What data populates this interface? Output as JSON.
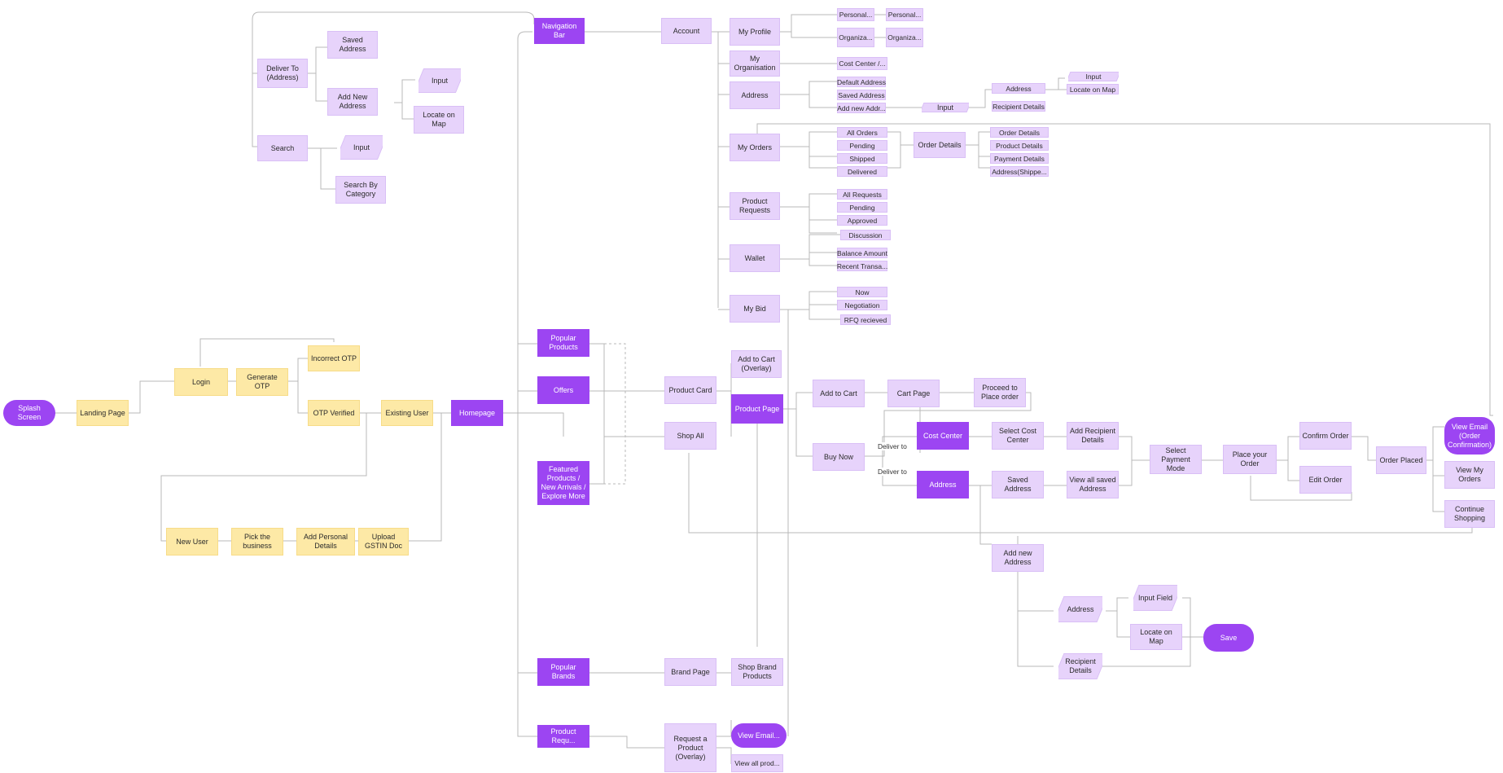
{
  "colors": {
    "yellow_node": "#fde9a6",
    "lavender_node": "#e7d3fb",
    "purple_node": "#9c45f2",
    "connector": "#b9b9b9"
  },
  "nodes": {
    "splash": "Splash Screen",
    "landing": "Landing Page",
    "login": "Login",
    "generate_otp": "Generate OTP",
    "incorrect_otp": "Incorrect OTP",
    "otp_verified": "OTP Verified",
    "existing_user": "Existing User",
    "homepage": "Homepage",
    "new_user": "New User",
    "pick_business": "Pick the business",
    "add_personal": "Add Personal Details",
    "upload_gstin": "Upload GSTIN Doc",
    "deliver_to": "Deliver To (Address)",
    "saved_address_top": "Saved Address",
    "add_new_address_top": "Add New Address",
    "input_top": "Input",
    "locate_top": "Locate on Map",
    "search": "Search",
    "search_input": "Input",
    "search_category": "Search By Category",
    "navigation_bar": "Navigation Bar",
    "account": "Account",
    "my_profile": "My Profile",
    "personal_1": "Personal...",
    "personal_2": "Personal...",
    "organiza_1": "Organiza...",
    "organiza_2": "Organiza...",
    "my_organisation": "My Organisation",
    "cost_center_sub": "Cost Center /...",
    "address_menu": "Address",
    "default_address": "Default Address",
    "saved_address_menu": "Saved Address",
    "add_new_addr_menu": "Add new Addr...",
    "addr_input": "Input",
    "addr_address": "Address",
    "addr_input2": "Input",
    "addr_locate": "Locate on Map",
    "recipient_details_top": "Recipient Details",
    "my_orders": "My Orders",
    "all_orders": "All Orders",
    "orders_pending": "Pending",
    "shipped": "Shipped",
    "delivered": "Delivered",
    "order_details": "Order Details",
    "od_order_details": "Order Details",
    "od_product_details": "Product Details",
    "od_payment_details": "Payment Details",
    "od_address": "Address(Shippe...",
    "product_requests": "Product Requests",
    "all_requests": "All Requests",
    "req_pending": "Pending",
    "approved": "Approved",
    "discussion": "Discussion",
    "wallet": "Wallet",
    "balance_amount": "Balance Amount",
    "recent_transa": "Recent Transa...",
    "my_bid": "My Bid",
    "bid_now": "Now",
    "negotiation": "Negotiation",
    "rfq_received": "RFQ recieved",
    "popular_products": "Popular Products",
    "offers": "Offers",
    "featured_products": "Featured Products / New Arrivals / Explore More",
    "popular_brands": "Popular Brands",
    "product_requ": "Product Requ...",
    "add_to_cart_overlay": "Add to Cart (Overlay)",
    "product_card": "Product Card",
    "shop_all": "Shop All",
    "product_page": "Product Page",
    "brand_page": "Brand Page",
    "shop_brand_products": "Shop Brand Products",
    "request_product": "Request a Product (Overlay)",
    "view_email_small": "View Email...",
    "view_all_prod": "View all prod...",
    "add_to_cart": "Add to Cart",
    "cart_page": "Cart Page",
    "proceed_place": "Proceed to Place order",
    "buy_now": "Buy Now",
    "deliver_to_label_1": "Deliver to",
    "deliver_to_label_2": "Deliver to",
    "cost_center": "Cost Center",
    "address_flow": "Address",
    "select_cost_center": "Select Cost Center",
    "add_recipient": "Add Recipient Details",
    "saved_address_flow": "Saved Address",
    "view_all_saved": "View all saved Address",
    "select_payment": "Select Payment Mode",
    "place_order": "Place your Order",
    "confirm_order": "Confirm Order",
    "edit_order": "Edit Order",
    "order_placed": "Order Placed",
    "view_email": "View Email (Order Confirmation)",
    "view_my_orders": "View My Orders",
    "continue_shopping": "Continue Shopping",
    "add_new_address_flow": "Add new Address",
    "flow_address_input": "Address",
    "input_field": "Input Field",
    "locate_flow": "Locate on Map",
    "recipient_flow": "Recipient Details",
    "save": "Save"
  }
}
